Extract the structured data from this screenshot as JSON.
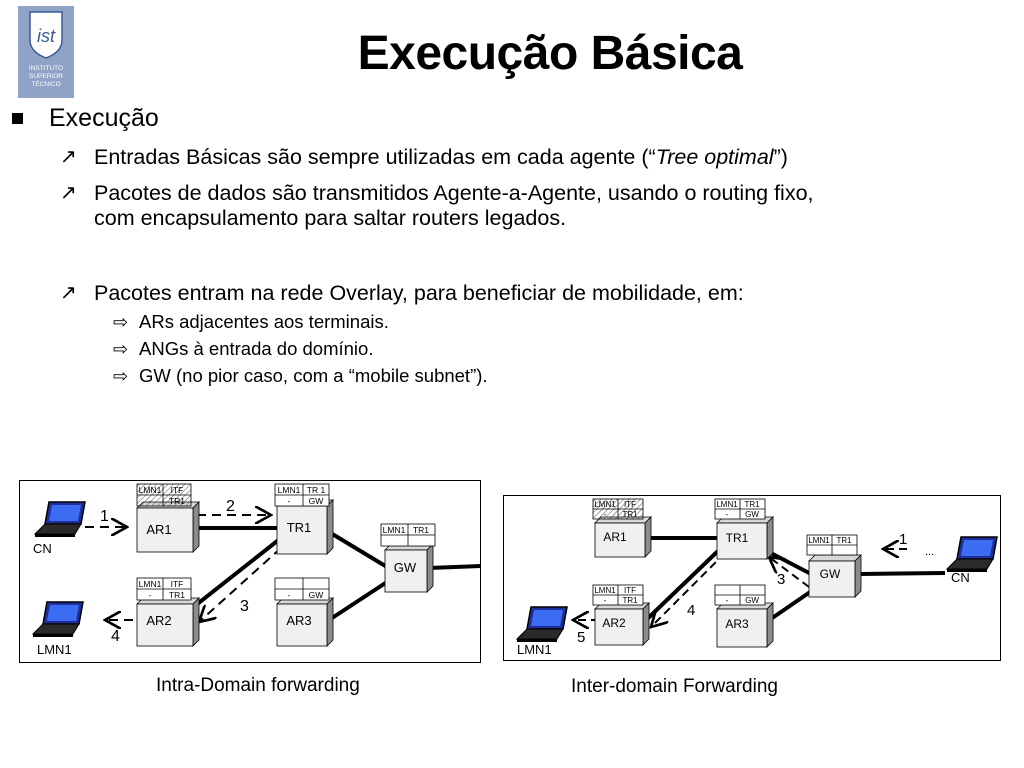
{
  "logo": {
    "mark": "ist",
    "lines": [
      "INSTITUTO",
      "SUPERIOR",
      "TÉCNICO"
    ]
  },
  "title": "Execução Básica",
  "level1": "Execução",
  "bullets": [
    {
      "pre": "Entradas Básicas são sempre utilizadas em cada agente (“",
      "em": "Tree optimal",
      "post": "”)"
    },
    {
      "line1": "Pacotes de dados são transmitidos Agente-a-Agente, usando o routing fixo,",
      "line2": "com encapsulamento para saltar routers legados."
    },
    {
      "text": "Pacotes entram na rede Overlay, para beneficiar de mobilidade, em:"
    }
  ],
  "sub_bullets": [
    "ARs adjacentes aos terminais.",
    "ANGs à entrada do domínio.",
    "GW (no pior caso, com a “mobile subnet”)."
  ],
  "intra": {
    "caption": "Intra-Domain forwarding",
    "nodes": {
      "ar1": "AR1",
      "tr1": "TR1",
      "gw": "GW",
      "ar2": "AR2",
      "ar3": "AR3"
    },
    "hosts": {
      "cn": "CN",
      "lmn": "LMN1"
    },
    "steps": [
      "1",
      "2",
      "3",
      "4"
    ],
    "tables": {
      "ar1": [
        [
          "LMN1",
          "ITF"
        ],
        [
          "-",
          "TR1"
        ]
      ],
      "tr1": [
        [
          "LMN1",
          "TR 1"
        ],
        [
          "-",
          "GW"
        ]
      ],
      "gw": [
        [
          "LMN1",
          "TR1"
        ],
        [
          "",
          ""
        ]
      ],
      "ar2": [
        [
          "LMN1",
          "ITF"
        ],
        [
          "-",
          "TR1"
        ]
      ],
      "ar3": [
        [
          "",
          ""
        ],
        [
          "-",
          "GW"
        ]
      ]
    }
  },
  "inter": {
    "caption": "Inter-domain Forwarding",
    "nodes": {
      "ar1": "AR1",
      "tr1": "TR1",
      "gw": "GW",
      "ar2": "AR2",
      "ar3": "AR3"
    },
    "hosts": {
      "cn": "CN",
      "lmn": "LMN1"
    },
    "steps": [
      "1",
      "3",
      "4",
      "5"
    ],
    "ellipsis": "...",
    "tables": {
      "ar1": [
        [
          "LMN1",
          "ITF"
        ],
        [
          "-",
          "TR1"
        ]
      ],
      "tr1": [
        [
          "LMN1",
          "TR1"
        ],
        [
          "-",
          "GW"
        ]
      ],
      "gw": [
        [
          "LMN1",
          "TR1"
        ],
        [
          "",
          ""
        ]
      ],
      "ar2": [
        [
          "LMN1",
          "ITF"
        ],
        [
          "-",
          "TR1"
        ]
      ],
      "ar3": [
        [
          "",
          ""
        ],
        [
          "-",
          "GW"
        ]
      ]
    }
  }
}
